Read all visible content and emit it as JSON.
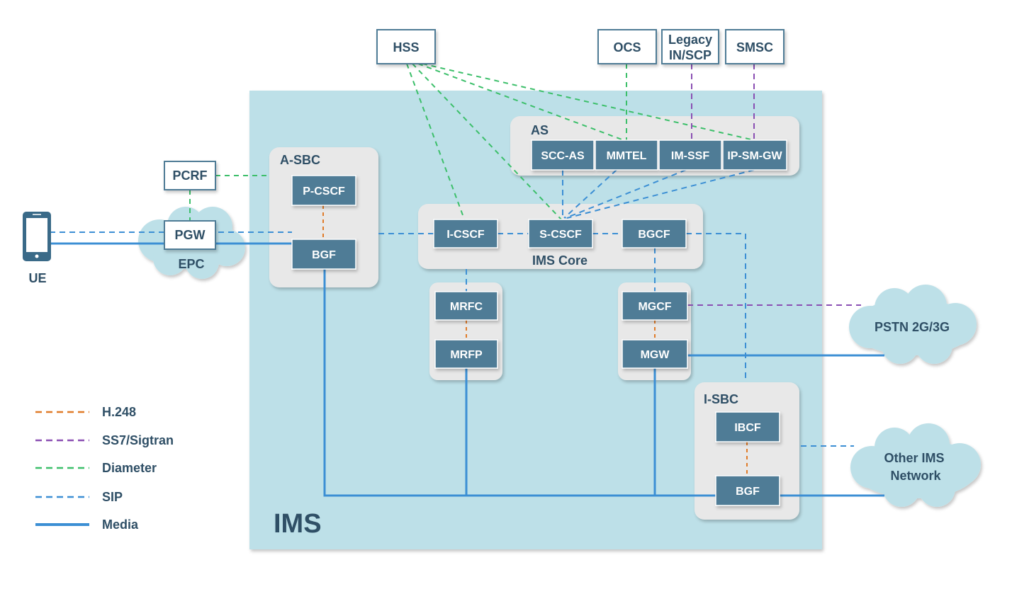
{
  "colors": {
    "h248": "#e07b28",
    "ss7": "#8a4fb3",
    "diameter": "#3cbf6a",
    "sip": "#3c8fd4",
    "media": "#3c8fd4",
    "ims_bg": "#bde0e8",
    "group_bg": "#e8e8e8",
    "node_fill": "#4f7b96",
    "text_dark": "#2f4f66"
  },
  "ims": {
    "label": "IMS"
  },
  "external": {
    "hss": "HSS",
    "ocs": "OCS",
    "legacy_line1": "Legacy",
    "legacy_line2": "IN/SCP",
    "smsc": "SMSC",
    "pcrf": "PCRF",
    "pgw": "PGW"
  },
  "groups": {
    "as": "AS",
    "asbc": "A-SBC",
    "ims_core": "IMS Core",
    "isbc": "I-SBC"
  },
  "nodes": {
    "scc_as": "SCC-AS",
    "mmtel": "MMTEL",
    "im_ssf": "IM-SSF",
    "ip_sm_gw": "IP-SM-GW",
    "p_cscf": "P-CSCF",
    "bgf_a": "BGF",
    "i_cscf": "I-CSCF",
    "s_cscf": "S-CSCF",
    "bgcf": "BGCF",
    "mrfc": "MRFC",
    "mrfp": "MRFP",
    "mgcf": "MGCF",
    "mgw": "MGW",
    "ibcf": "IBCF",
    "bgf_i": "BGF"
  },
  "clouds": {
    "epc": "EPC",
    "pstn": "PSTN 2G/3G",
    "other_line1": "Other IMS",
    "other_line2": "Network"
  },
  "ue": {
    "label": "UE",
    "icon": "phone-icon"
  },
  "legend": {
    "h248": "H.248",
    "ss7": "SS7/Sigtran",
    "diameter": "Diameter",
    "sip": "SIP",
    "media": "Media"
  }
}
